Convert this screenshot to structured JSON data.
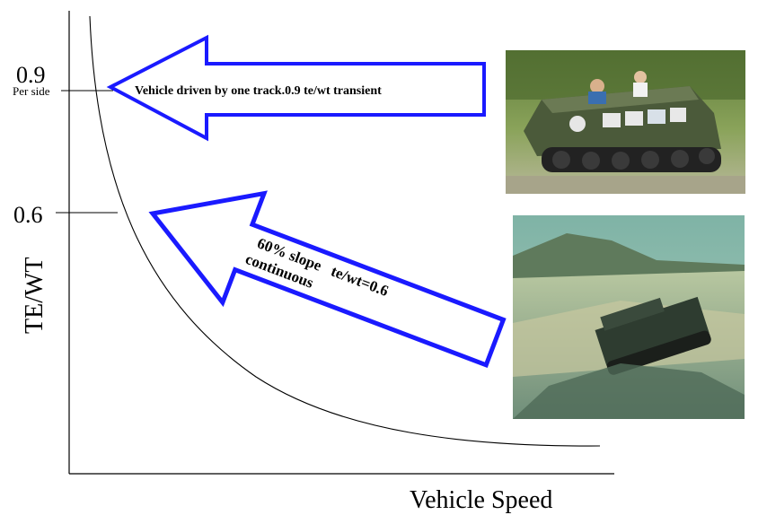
{
  "y_axis": {
    "label": "TE/WT",
    "ticks": [
      {
        "value": "0.9",
        "sublabel": "Per side"
      },
      {
        "value": "0.6",
        "sublabel": ""
      }
    ]
  },
  "x_axis": {
    "label": "Vehicle Speed"
  },
  "callouts": {
    "upper": {
      "text": "Vehicle driven by one track.0.9 te/wt transient"
    },
    "lower": {
      "line1": "60% slope   te/wt=0.6",
      "line2": "continuous"
    }
  },
  "photos": {
    "upper": {
      "subject": "tracked armored vehicle with crew, side view"
    },
    "lower": {
      "subject": "tracked vehicle climbing a steep sandy slope"
    }
  },
  "colors": {
    "arrow_outline": "#1a1aff",
    "axes": "#000000"
  }
}
